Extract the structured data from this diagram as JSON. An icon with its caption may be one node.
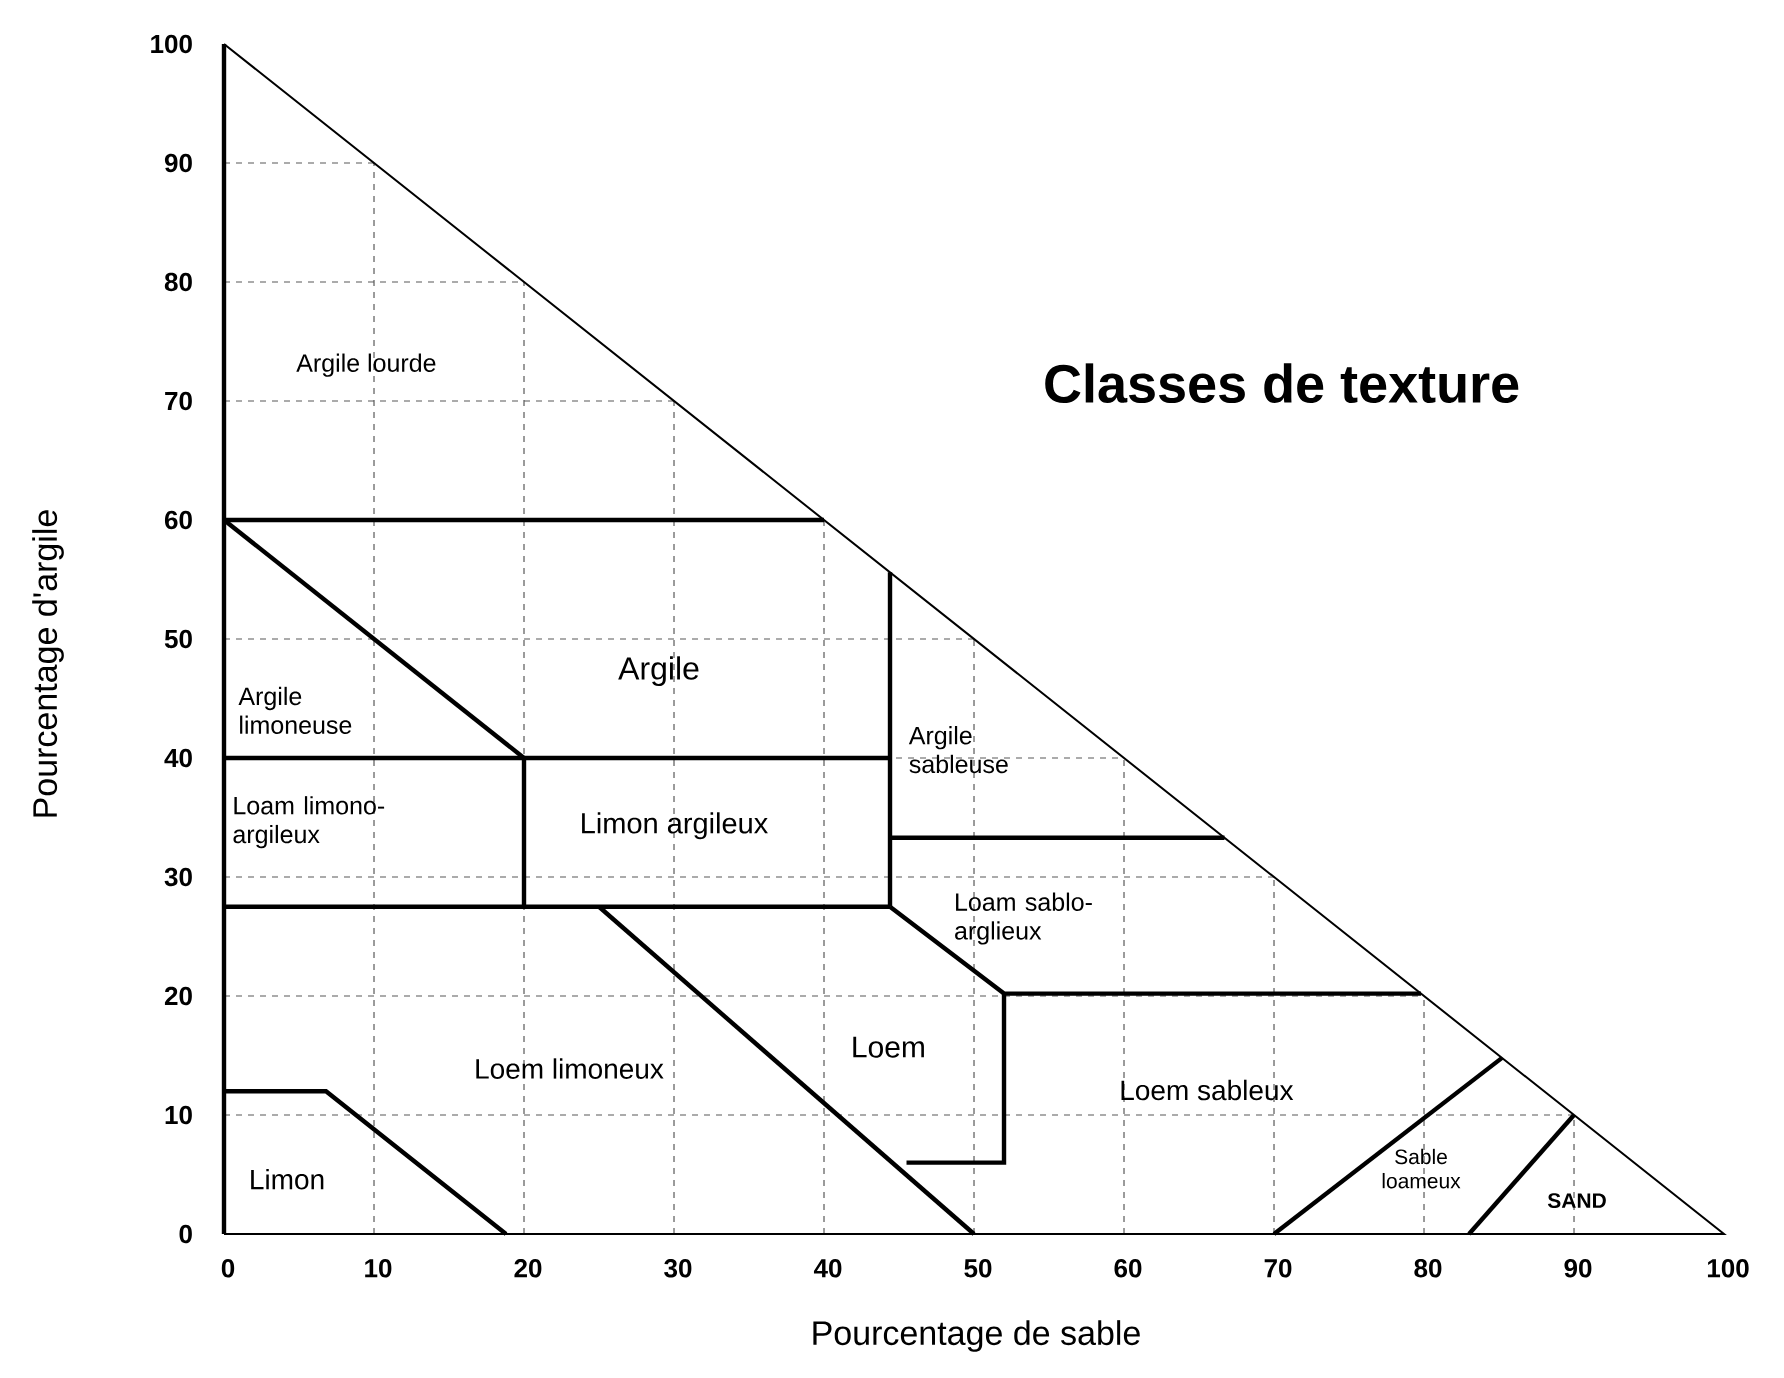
{
  "diagram": {
    "title": "Classes de texture",
    "labels": [
      "Argile lourde",
      "Argile",
      "Argile limoneuse",
      "Argile sableuse",
      "Loam limono-argileux",
      "Limon argileux",
      "Loam sablo-arglieux",
      "Loem",
      "Loem limoneux",
      "Loem sableux",
      "Limon",
      "Sable loameux",
      "SAND",
      "0",
      "10",
      "20",
      "30",
      "40",
      "50",
      "60",
      "70",
      "80",
      "90",
      "100",
      "0",
      "10",
      "20",
      "30",
      "40",
      "50",
      "60",
      "70",
      "80",
      "90",
      "100",
      "Pourcentage d'argile",
      "Pourcentage de sable"
    ]
  }
}
